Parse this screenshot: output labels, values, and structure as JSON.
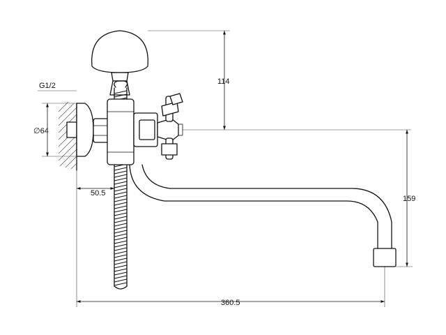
{
  "dimensions": {
    "thread": "G1/2",
    "flange_diameter": "∅64",
    "shower_height": "114",
    "hose_offset": "50.5",
    "spout_drop": "159",
    "spout_length": "360.5"
  }
}
